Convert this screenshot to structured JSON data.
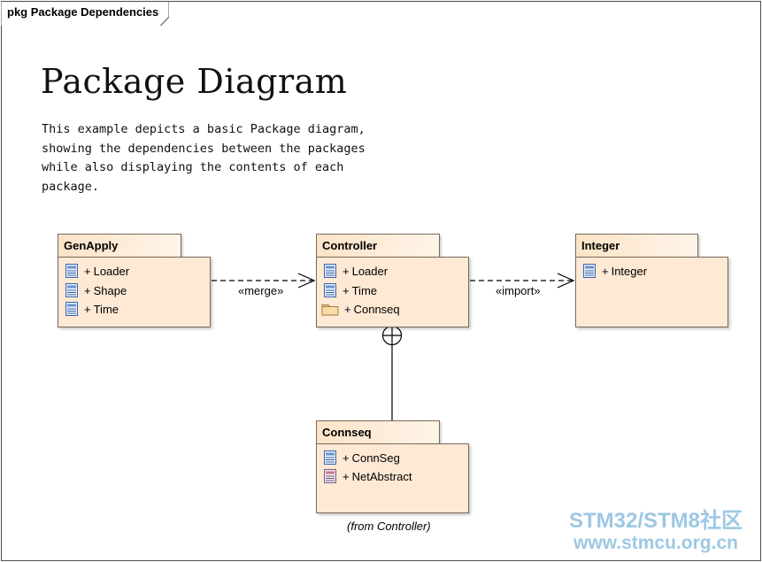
{
  "frame": {
    "label": "pkg Package Dependencies"
  },
  "title": "Package Diagram",
  "description": [
    "This example depicts a basic Package diagram,",
    "showing the dependencies between the packages",
    "while also displaying the contents of each",
    "package."
  ],
  "packages": {
    "genapply": {
      "name": "GenApply",
      "members": [
        {
          "visibility": "+",
          "name": "Loader",
          "icon": "class-icon"
        },
        {
          "visibility": "+",
          "name": "Shape",
          "icon": "class-icon"
        },
        {
          "visibility": "+",
          "name": "Time",
          "icon": "class-icon"
        }
      ]
    },
    "controller": {
      "name": "Controller",
      "members": [
        {
          "visibility": "+",
          "name": "Loader",
          "icon": "class-icon"
        },
        {
          "visibility": "+",
          "name": "Time",
          "icon": "class-icon"
        },
        {
          "visibility": "+",
          "name": "Connseq",
          "icon": "package-folder-icon"
        }
      ]
    },
    "integer": {
      "name": "Integer",
      "members": [
        {
          "visibility": "+",
          "name": "Integer",
          "icon": "class-icon"
        }
      ]
    },
    "connseq": {
      "name": "Connseq",
      "members": [
        {
          "visibility": "+",
          "name": "ConnSeg",
          "icon": "class-icon"
        },
        {
          "visibility": "+",
          "name": "NetAbstract",
          "icon": "class-red-icon"
        }
      ],
      "note": "(from Controller)"
    }
  },
  "connectors": {
    "merge": "«merge»",
    "import": "«import»"
  },
  "watermark": {
    "line1": "STM32/STM8社区",
    "line2": "www.stmcu.org.cn"
  },
  "colors": {
    "package_fill": "#fde9d4",
    "package_border": "#7a6a5a",
    "watermark": "#9dc8e3"
  }
}
